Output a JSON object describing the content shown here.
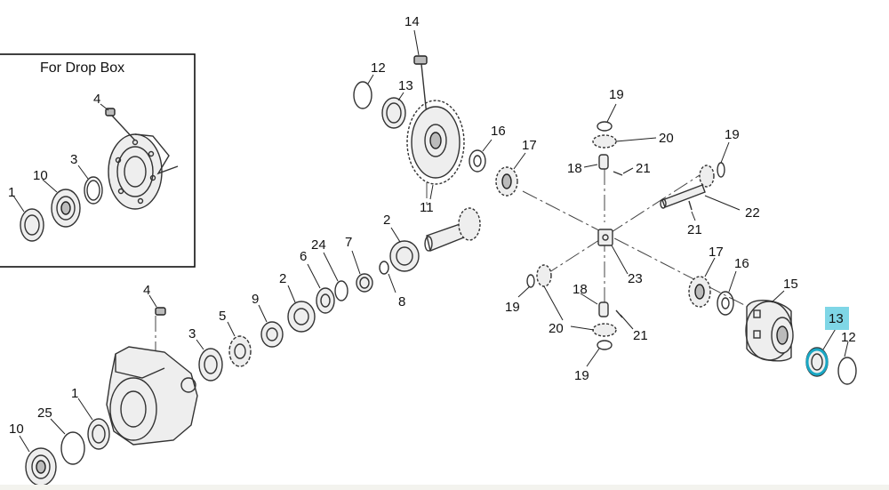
{
  "inset": {
    "title": "For Drop Box"
  },
  "highlight_color": "#7fd6e6",
  "callouts": {
    "c14": "14",
    "c12a": "12",
    "c13a": "13",
    "c16a": "16",
    "c17a": "17",
    "c11": "11",
    "c19a": "19",
    "c20a": "20",
    "c19b": "19",
    "c18a": "18",
    "c21a": "21",
    "c22": "22",
    "c21b": "21",
    "c2a": "2",
    "c24": "24",
    "c7": "7",
    "c6": "6",
    "c2b": "2",
    "c8": "8",
    "c23": "23",
    "c17b": "17",
    "c16b": "16",
    "c15": "15",
    "c13b": "13",
    "c12b": "12",
    "c18b": "18",
    "c19c": "19",
    "c20b": "20",
    "c21c": "21",
    "c19d": "19",
    "c4a": "4",
    "c5": "5",
    "c9": "9",
    "c3a": "3",
    "c1a": "1",
    "c25": "25",
    "c10a": "10",
    "c4b": "4",
    "c3b": "3",
    "c10b": "10",
    "c1b": "1"
  }
}
